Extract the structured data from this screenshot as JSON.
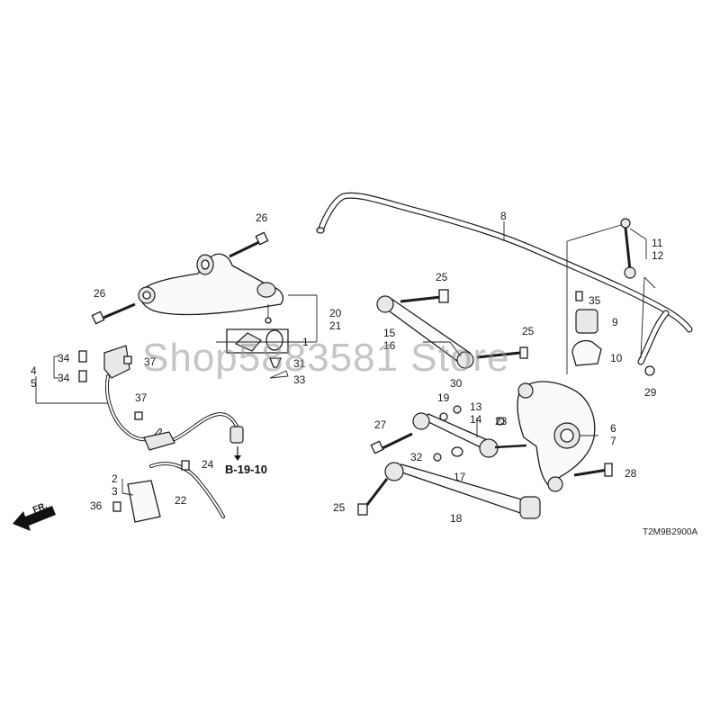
{
  "diagram": {
    "callouts": [
      "1",
      "2",
      "3",
      "4",
      "5",
      "6",
      "7",
      "8",
      "9",
      "10",
      "11",
      "12",
      "13",
      "14",
      "15",
      "16",
      "17",
      "18",
      "19",
      "20",
      "21",
      "22",
      "23",
      "24",
      "25",
      "26",
      "27",
      "28",
      "29",
      "30",
      "31",
      "32",
      "33",
      "34",
      "35",
      "36",
      "37"
    ],
    "reference_link": "B-19-10",
    "front_indicator": "FR.",
    "diagram_code": "T2M9B2900A",
    "watermark": "Shop5883581 Store"
  }
}
